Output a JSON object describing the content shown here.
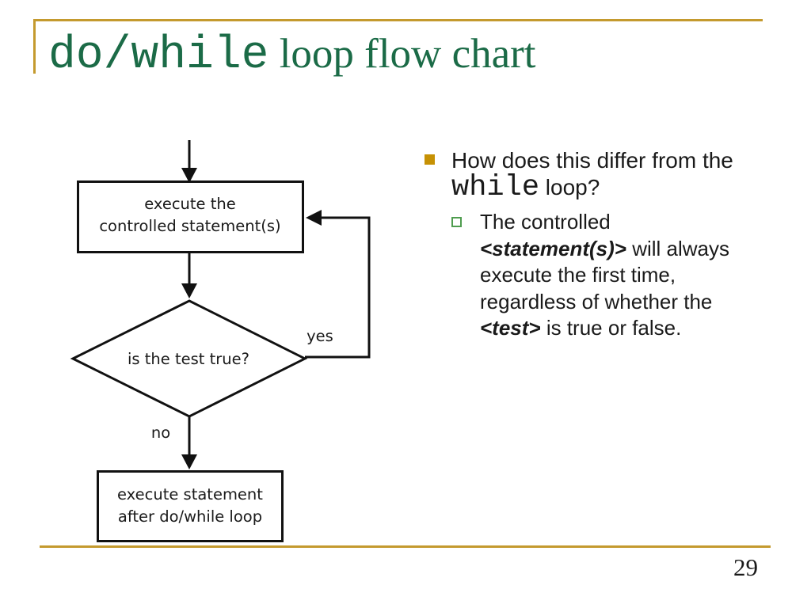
{
  "slide": {
    "title": {
      "code": "do/while",
      "rest": " loop flow chart"
    },
    "page_number": "29"
  },
  "colors": {
    "accent_line_gold": "#C49A2E",
    "bullet_gold": "#C69104",
    "sub_bullet_green": "#4F9D4F",
    "title_green": "#1B6B47",
    "diagram_stroke": "#111111"
  },
  "flowchart": {
    "top_box": {
      "line1": "execute the",
      "line2": "controlled statement(s)"
    },
    "decision": "is the test true?",
    "yes_label": "yes",
    "no_label": "no",
    "bottom_box": {
      "line1": "execute statement",
      "line2": "after do/while loop"
    }
  },
  "bullets": {
    "main": {
      "before_code": "How does this differ from the ",
      "code": "while",
      "after_code": " loop?"
    },
    "sub": {
      "run1": "The controlled ",
      "run2": "<statement(s)>",
      "run3": " will always execute the first time, regardless of whether the ",
      "run4": "<test>",
      "run5": " is true or false."
    }
  }
}
